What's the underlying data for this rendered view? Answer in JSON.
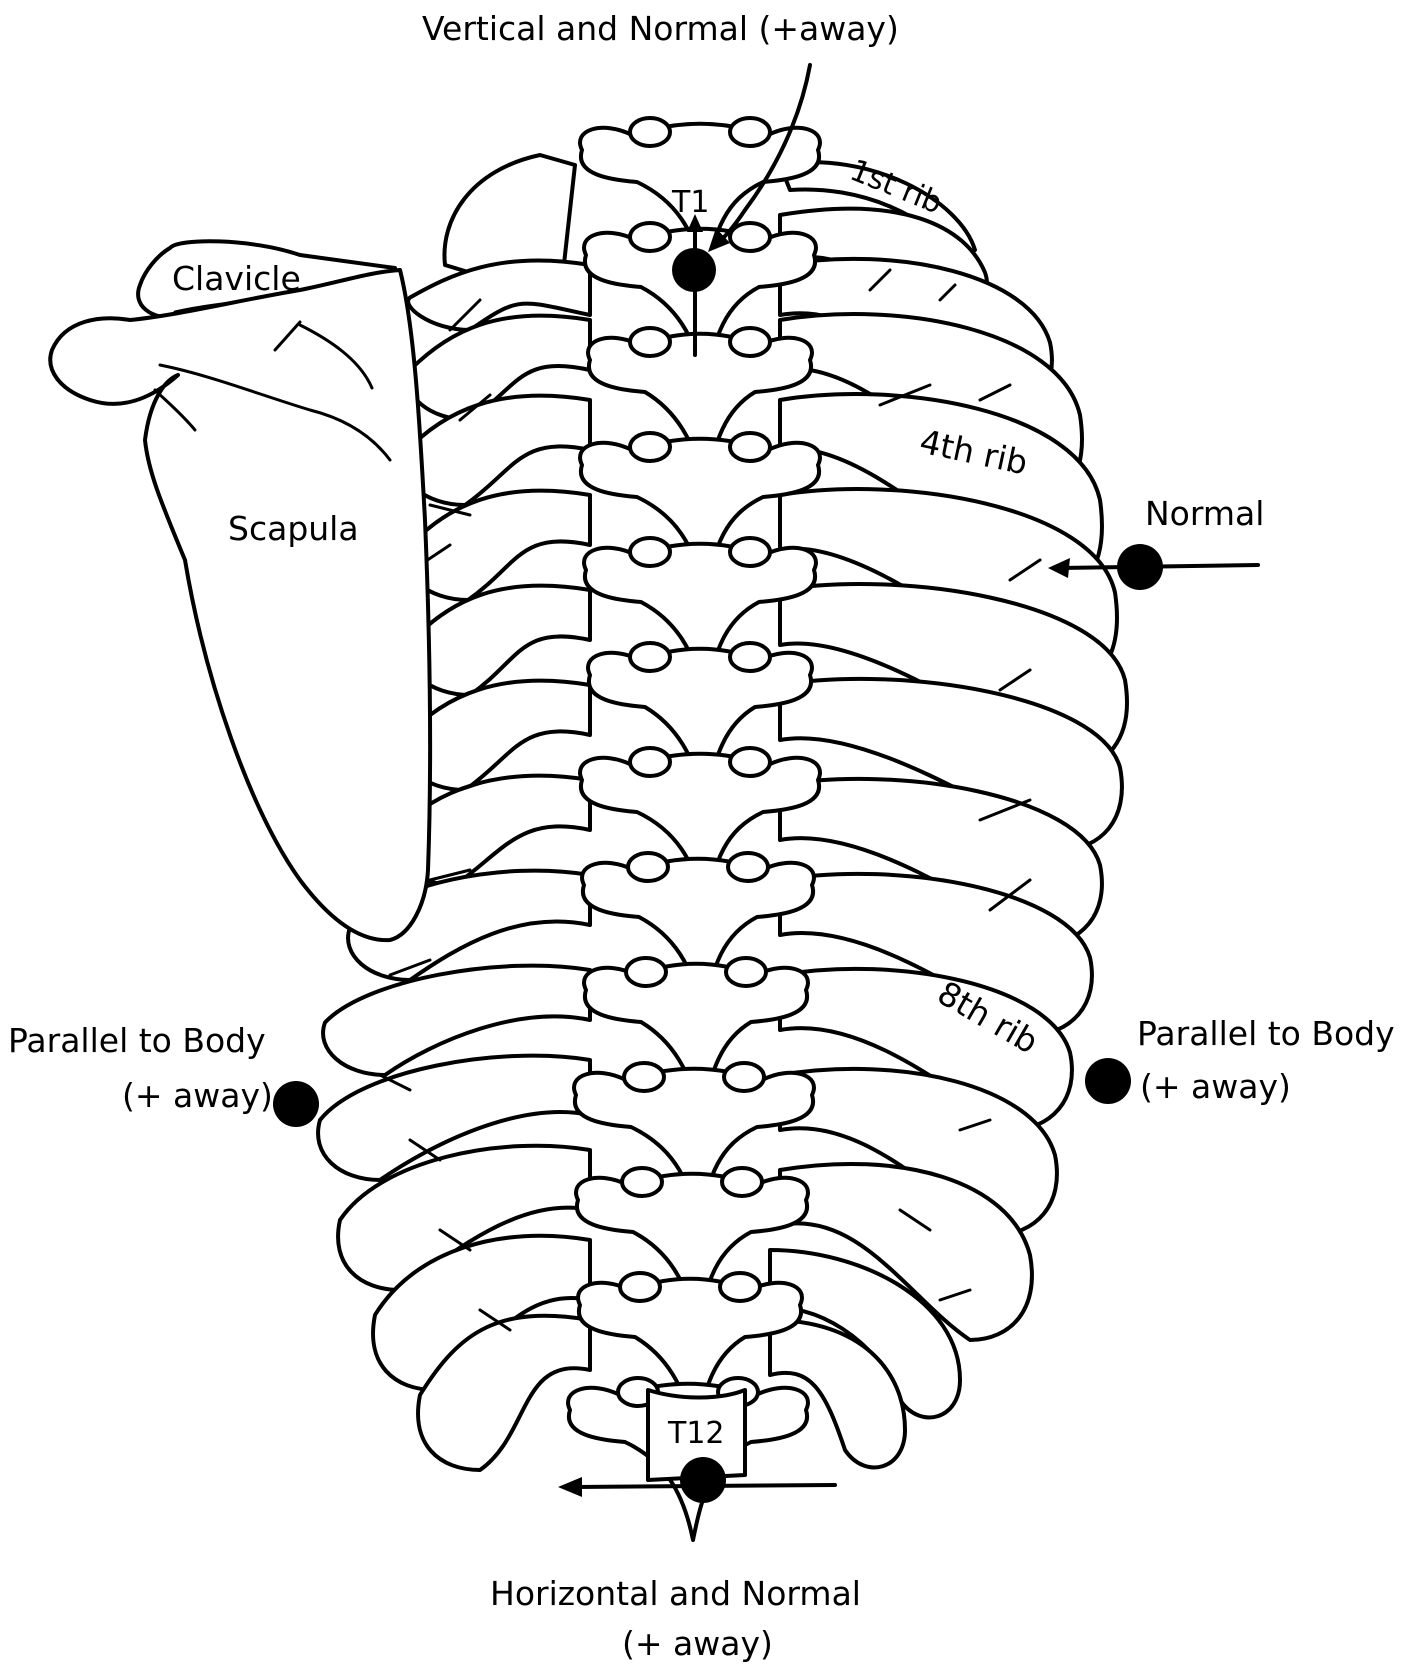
{
  "labels": {
    "top_marker": "Vertical and Normal (+away)",
    "t1": "T1",
    "first_rib": "1st rib",
    "clavicle": "Clavicle",
    "scapula": "Scapula",
    "fourth_rib": "4th rib",
    "right_normal": "Normal",
    "eighth_rib": "8th rib",
    "left_parallel_line1": "Parallel to Body",
    "left_parallel_line2": "(+ away)",
    "right_parallel_line1": "Parallel to Body",
    "right_parallel_line2": "(+ away)",
    "t12": "T12",
    "bottom_marker_line1": "Horizontal and Normal",
    "bottom_marker_line2": "(+ away)"
  },
  "colors": {
    "ink": "#000000",
    "paper": "#ffffff"
  }
}
